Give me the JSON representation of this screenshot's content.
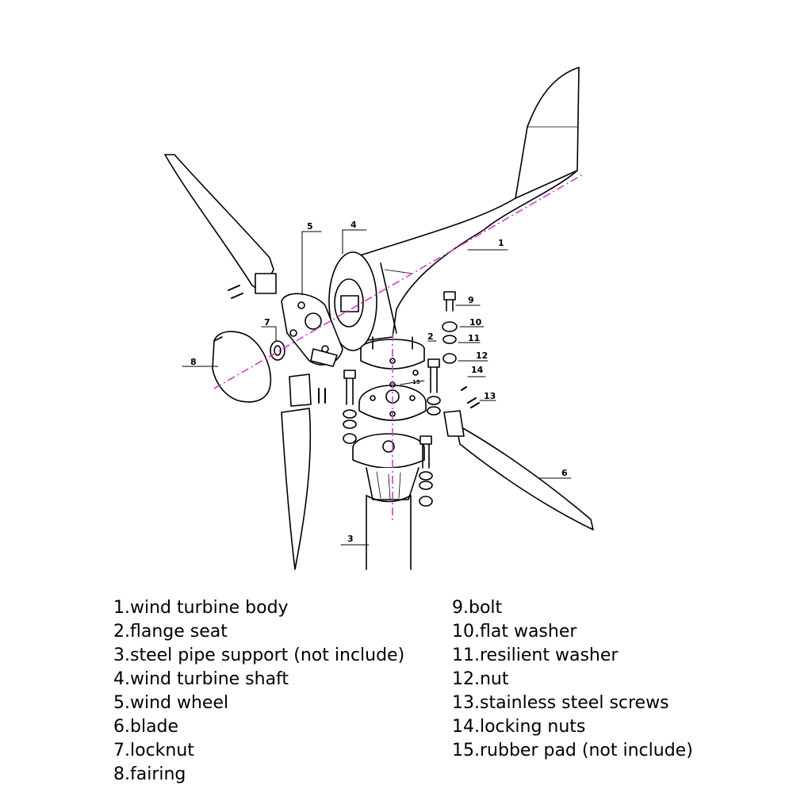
{
  "callouts": [
    "1",
    "2",
    "3",
    "4",
    "5",
    "6",
    "7",
    "8",
    "9",
    "10",
    "11",
    "12",
    "13",
    "14",
    "15"
  ],
  "legend_left": [
    "1.wind turbine body",
    "2.flange seat",
    "3.steel pipe support (not include)",
    "4.wind turbine shaft",
    "5.wind wheel",
    "6.blade",
    "7.locknut",
    "8.fairing"
  ],
  "legend_right": [
    "9.bolt",
    "10.flat washer",
    "11.resilient washer",
    "12.nut",
    "13.stainless steel screws",
    "14.locking nuts",
    "15.rubber pad (not include)"
  ],
  "colors": {
    "axis_line": "#d63cc8",
    "stroke": "#000000"
  }
}
